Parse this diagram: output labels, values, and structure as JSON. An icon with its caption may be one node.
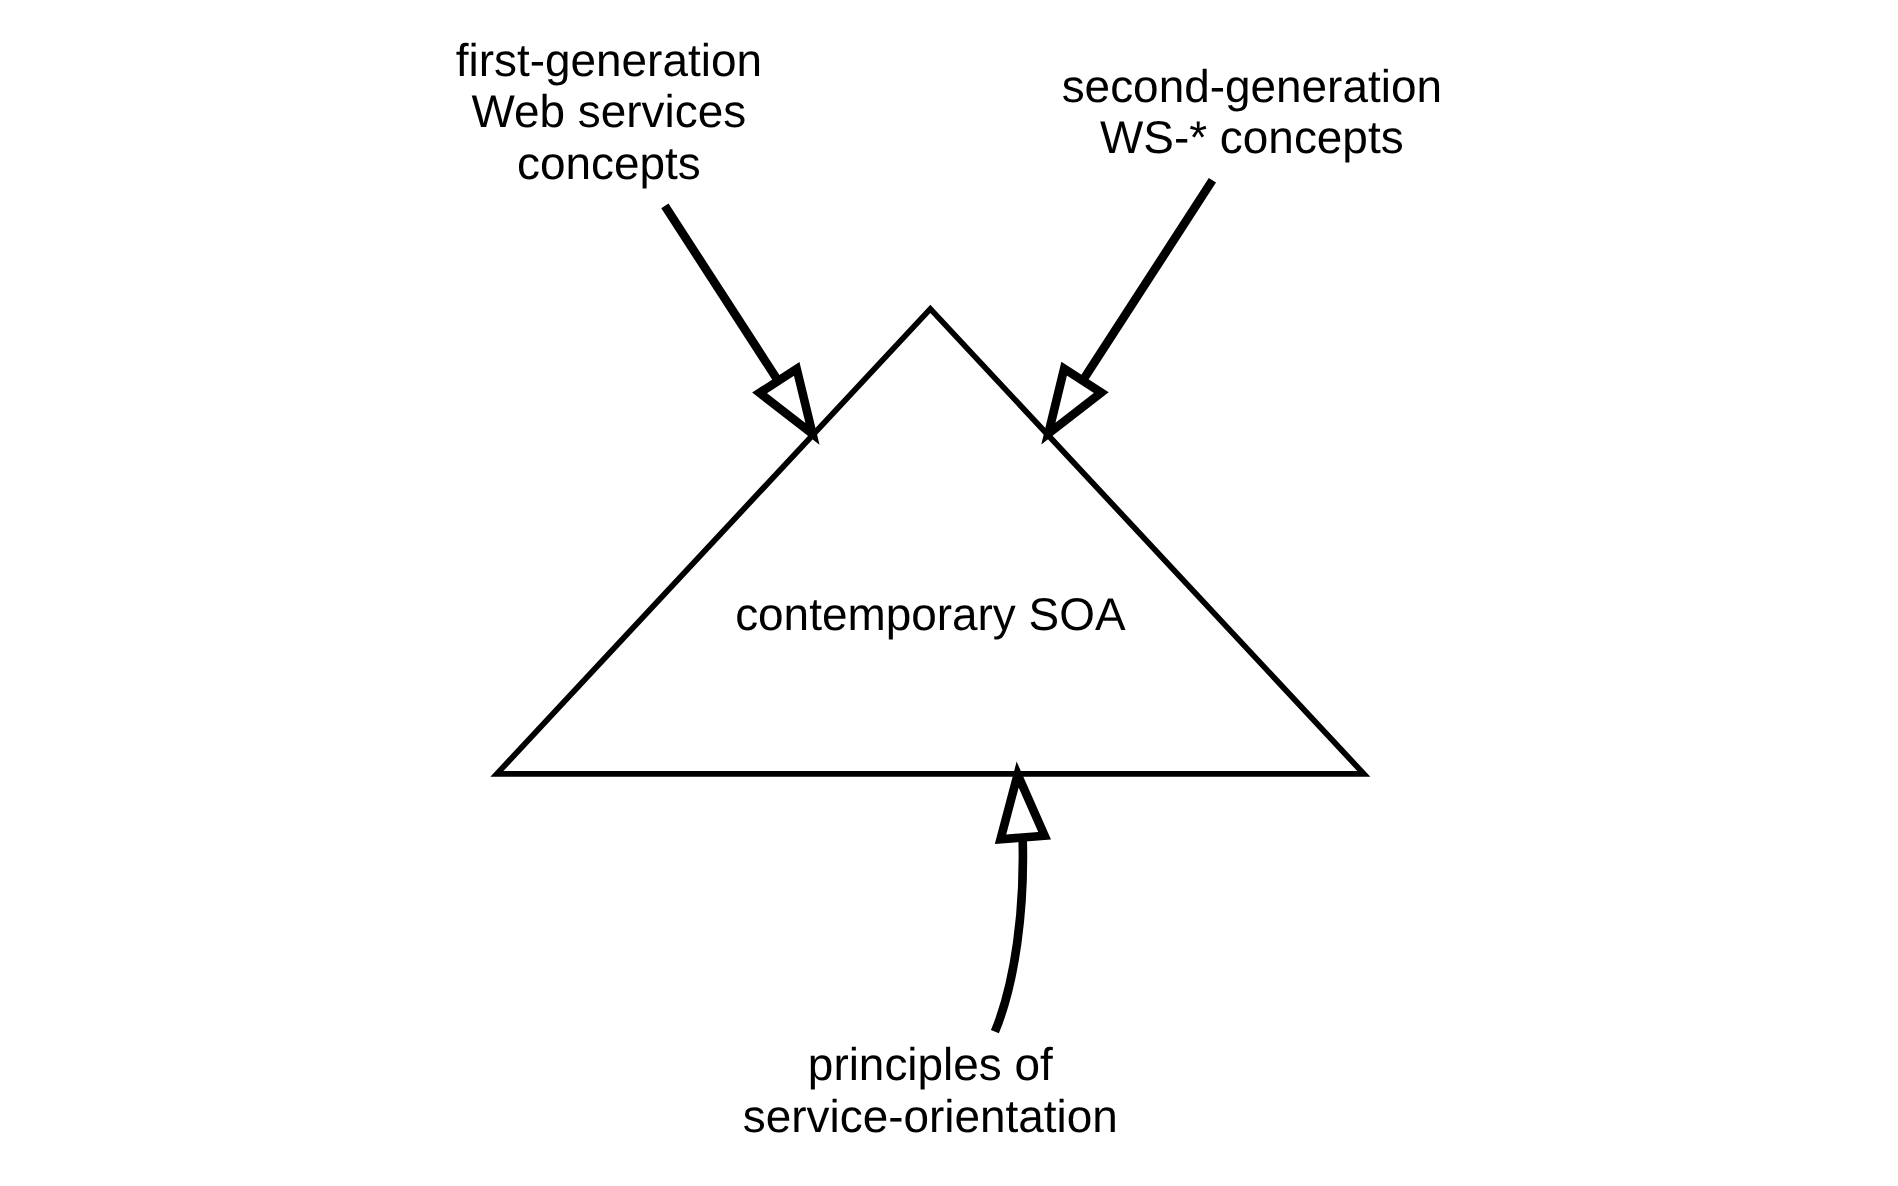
{
  "diagram": {
    "nodes": [
      {
        "text": [
          "contemporary SOA"
        ]
      },
      {
        "text": [
          "first-generation Web services concepts"
        ]
      },
      {
        "text": [
          "second-generation WS-* concepts"
        ]
      },
      {
        "text": [
          "principles of service-orientation"
        ]
      }
    ],
    "edges": [
      {
        "from": 1,
        "to": 0,
        "arrow": "to"
      },
      {
        "from": 2,
        "to": 0,
        "arrow": "to"
      },
      {
        "from": 3,
        "to": 0,
        "arrow": "to"
      }
    ]
  }
}
